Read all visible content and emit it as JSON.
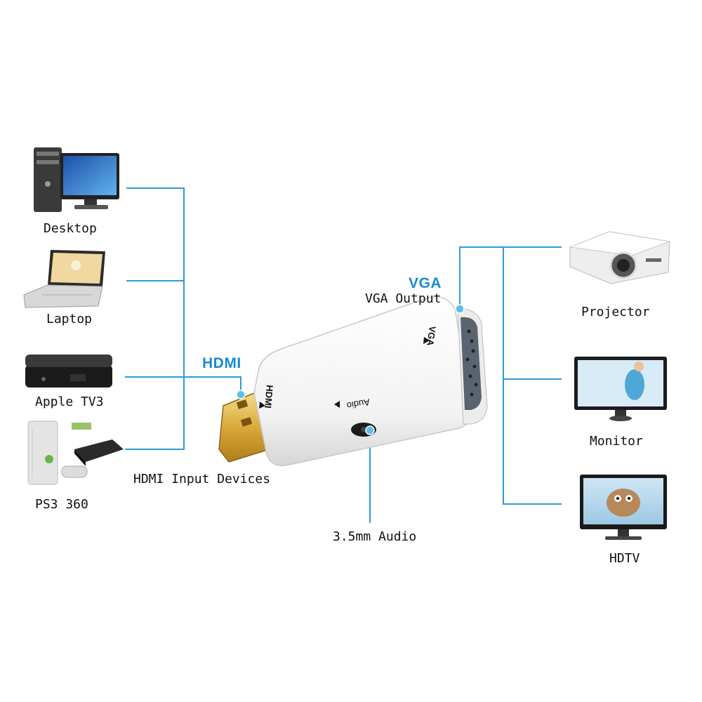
{
  "colors": {
    "line": "#2e9bd6",
    "dot": "#5bbfe8",
    "accent": "#1a8ad0"
  },
  "left_devices": [
    {
      "label": "Desktop",
      "icon": "desktop-computer-icon"
    },
    {
      "label": "Laptop",
      "icon": "laptop-icon"
    },
    {
      "label": "Apple TV3",
      "icon": "apple-tv-icon"
    },
    {
      "label": "PS3 360",
      "icon": "game-console-icon"
    }
  ],
  "right_devices": [
    {
      "label": "Projector",
      "icon": "projector-icon"
    },
    {
      "label": "Monitor",
      "icon": "monitor-icon"
    },
    {
      "label": "HDTV",
      "icon": "hdtv-icon"
    }
  ],
  "labels": {
    "hdmi_input_devices": "HDMI Input Devices",
    "hdmi": "HDMI",
    "vga": "VGA",
    "vga_output": "VGA Output",
    "audio_out": "3.5mm Audio"
  },
  "adapter": {
    "hdmi_mark": "HDMI",
    "vga_mark": "VGA",
    "audio_mark": "Audio"
  }
}
